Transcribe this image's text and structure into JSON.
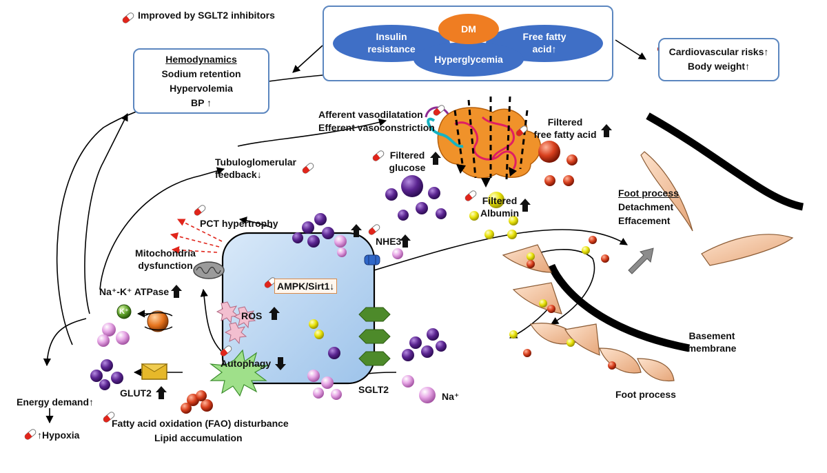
{
  "legend": {
    "text": "Improved by SGLT2 inhibitors"
  },
  "center_cluster": {
    "dm": "DM",
    "insulin_resistance": [
      "Insulin",
      "resistance"
    ],
    "hyperglycemia": "Hyperglycemia",
    "free_fatty_acid": [
      "Free fatty",
      "acid↑"
    ]
  },
  "hemodynamics": {
    "title": "Hemodynamics",
    "lines": [
      "Sodium retention",
      "Hypervolemia",
      "BP ↑"
    ]
  },
  "cardiovascular": {
    "lines": [
      "Cardiovascular risks↑",
      "Body weight↑"
    ]
  },
  "glomerulus_labels": {
    "afferent": "Afferent vasodilatation",
    "efferent": "Efferent vasoconstriction",
    "filtered_ffa": [
      "Filtered",
      "free fatty acid"
    ],
    "filtered_glucose": [
      "Filtered",
      "glucose"
    ],
    "filtered_albumin": [
      "Filtered",
      "Albumin"
    ],
    "tgf": [
      "Tubuloglomerular",
      "feedback↓"
    ]
  },
  "tubule_cell": {
    "pct_hypertrophy": "PCT hypertrophy",
    "nhe3": "NHE3",
    "mito": [
      "Mitochondria",
      "dysfunction"
    ],
    "ampk": "AMPK/Sirt1↓",
    "atpase": "Na⁺-K⁺ ATPase",
    "k_plus": "K⁺",
    "ros": "ROS",
    "autophagy": "Autophagy",
    "glut2": "GLUT2",
    "sglt2": "SGLT2",
    "na_plus": "Na⁺"
  },
  "lower_left": {
    "energy": "Energy demand↑",
    "hypoxia": "↑Hypoxia",
    "fao": "Fatty acid oxidation (FAO) disturbance",
    "lipid": "Lipid accumulation"
  },
  "podocyte": {
    "foot_process_top": [
      "Foot process",
      "Detachment",
      "Effacement"
    ],
    "basement": [
      "Basement",
      "membrane"
    ],
    "foot_process_bottom": "Foot process"
  },
  "colors": {
    "ellipse_blue": "#3f6fc6",
    "dm_orange": "#ef7d22",
    "box_border": "#5b86bf",
    "glucose_purple": "#5b2591",
    "albumin_yellow": "#e8e20a",
    "ffa_red": "#d8401e",
    "cell_fill": "#bcd7f2",
    "podocyte_fill": "#f3c39f"
  }
}
